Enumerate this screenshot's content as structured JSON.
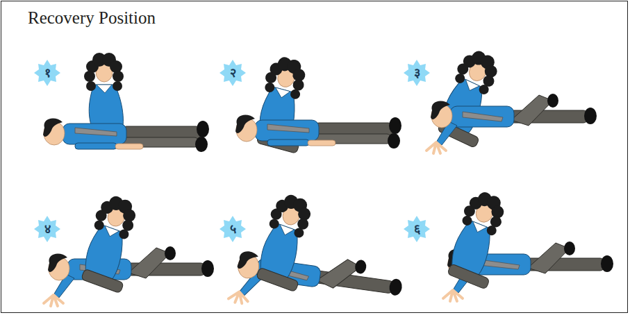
{
  "diagram": {
    "title": "Recovery Position",
    "labels": [
      "१",
      "२",
      "३",
      "४",
      "५",
      "६"
    ]
  }
}
